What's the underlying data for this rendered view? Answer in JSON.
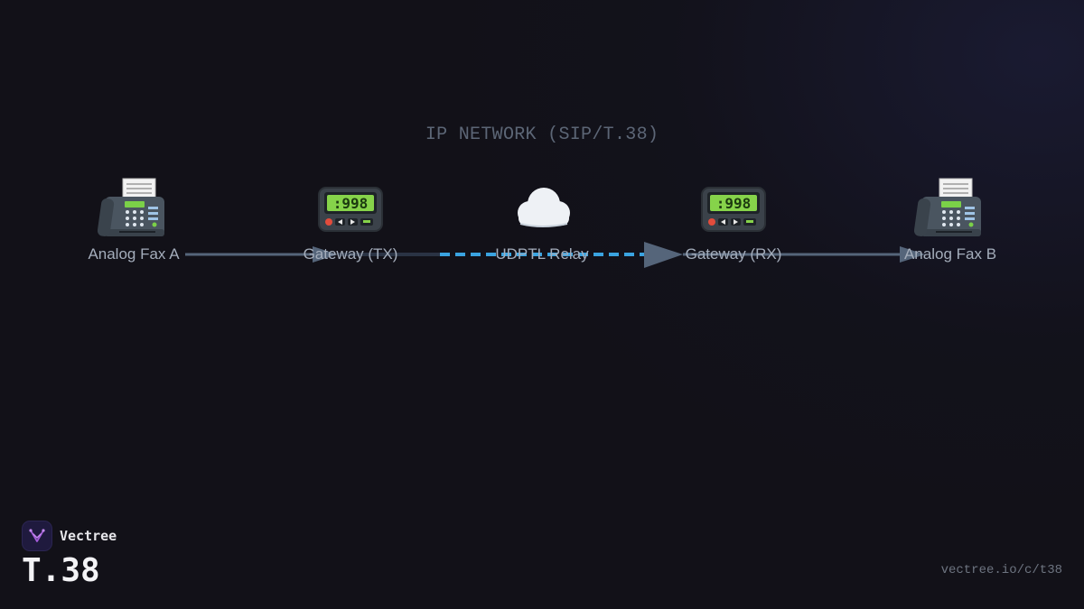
{
  "network_label": "IP NETWORK (SIP/T.38)",
  "nodes": [
    {
      "id": "fax-a",
      "label": "Analog Fax A",
      "icon": "fax-machine-icon"
    },
    {
      "id": "gateway-tx",
      "label": "Gateway (TX)",
      "icon": "pager-icon"
    },
    {
      "id": "udptl-relay",
      "label": "UDPTL Relay",
      "icon": "cloud-icon"
    },
    {
      "id": "gateway-rx",
      "label": "Gateway (RX)",
      "icon": "pager-icon"
    },
    {
      "id": "fax-b",
      "label": "Analog Fax B",
      "icon": "fax-machine-icon"
    }
  ],
  "colors": {
    "background": "#121118",
    "arrow": "#55657a",
    "relay_dash": "#3aa3e0",
    "label": "#a4adbb",
    "network_label": "#5c6676",
    "logo_accent": "#a35bd8"
  },
  "brand": {
    "name": "Vectree",
    "icon": "vectree-logo-icon"
  },
  "title": "T.38",
  "footer_url": "vectree.io/c/t38"
}
